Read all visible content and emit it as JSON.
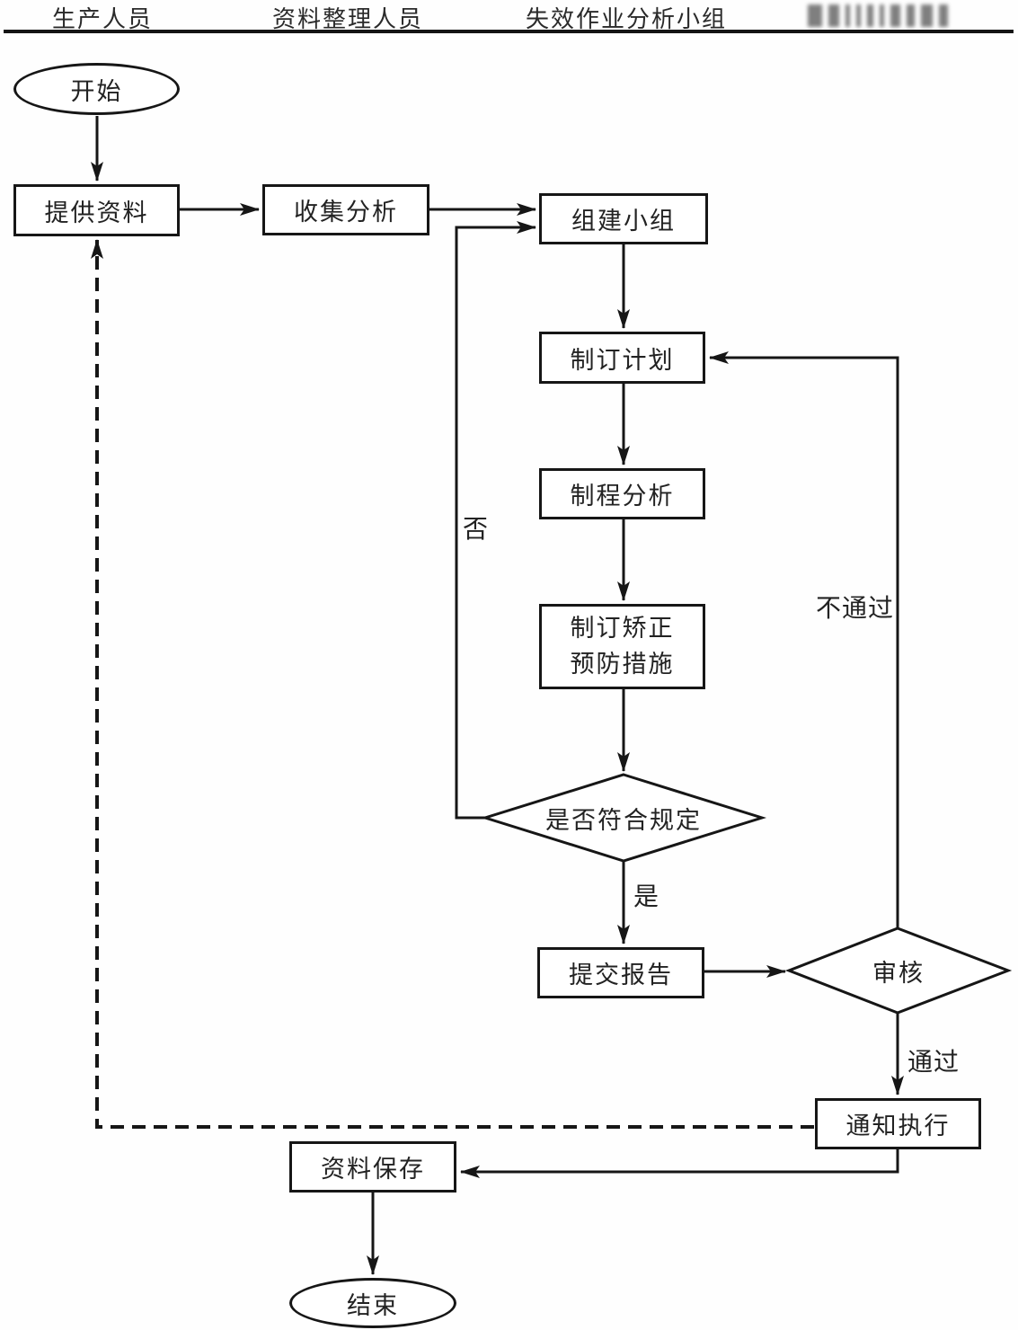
{
  "header": {
    "columns": [
      "生产人员",
      "资料整理人员",
      "失效作业分析小组"
    ]
  },
  "flowchart": {
    "nodes": {
      "start": {
        "label": "开始",
        "type": "terminator"
      },
      "provide_data": {
        "label": "提供资料",
        "type": "process"
      },
      "collect_analyze": {
        "label": "收集分析",
        "type": "process"
      },
      "form_team": {
        "label": "组建小组",
        "type": "process"
      },
      "make_plan": {
        "label": "制订计划",
        "type": "process"
      },
      "process_analysis": {
        "label": "制程分析",
        "type": "process"
      },
      "corrective_measures": {
        "line1": "制订矫正",
        "line2": "预防措施",
        "type": "process"
      },
      "meets_spec": {
        "label": "是否符合规定",
        "type": "decision"
      },
      "submit_report": {
        "label": "提交报告",
        "type": "process"
      },
      "review": {
        "label": "审核",
        "type": "decision"
      },
      "notify_execute": {
        "label": "通知执行",
        "type": "process"
      },
      "save_data": {
        "label": "资料保存",
        "type": "process"
      },
      "end": {
        "label": "结束",
        "type": "terminator"
      }
    },
    "edge_labels": {
      "no": "否",
      "yes": "是",
      "not_pass": "不通过",
      "pass": "通过"
    },
    "edges": [
      {
        "from": "开始",
        "to": "提供资料"
      },
      {
        "from": "提供资料",
        "to": "收集分析"
      },
      {
        "from": "收集分析",
        "to": "组建小组"
      },
      {
        "from": "组建小组",
        "to": "制订计划"
      },
      {
        "from": "制订计划",
        "to": "制程分析"
      },
      {
        "from": "制程分析",
        "to": "制订矫正预防措施"
      },
      {
        "from": "制订矫正预防措施",
        "to": "是否符合规定"
      },
      {
        "from": "是否符合规定",
        "to": "组建小组",
        "label": "否"
      },
      {
        "from": "是否符合规定",
        "to": "提交报告",
        "label": "是"
      },
      {
        "from": "提交报告",
        "to": "审核"
      },
      {
        "from": "审核",
        "to": "制订计划",
        "label": "不通过"
      },
      {
        "from": "审核",
        "to": "通知执行",
        "label": "通过"
      },
      {
        "from": "通知执行",
        "to": "资料保存"
      },
      {
        "from": "通知执行",
        "to": "提供资料",
        "style": "dashed"
      },
      {
        "from": "资料保存",
        "to": "结束"
      }
    ]
  },
  "colors": {
    "line": "#161616",
    "node_fill": "#ffffff",
    "text": "#222222",
    "background": "#fefefe"
  }
}
